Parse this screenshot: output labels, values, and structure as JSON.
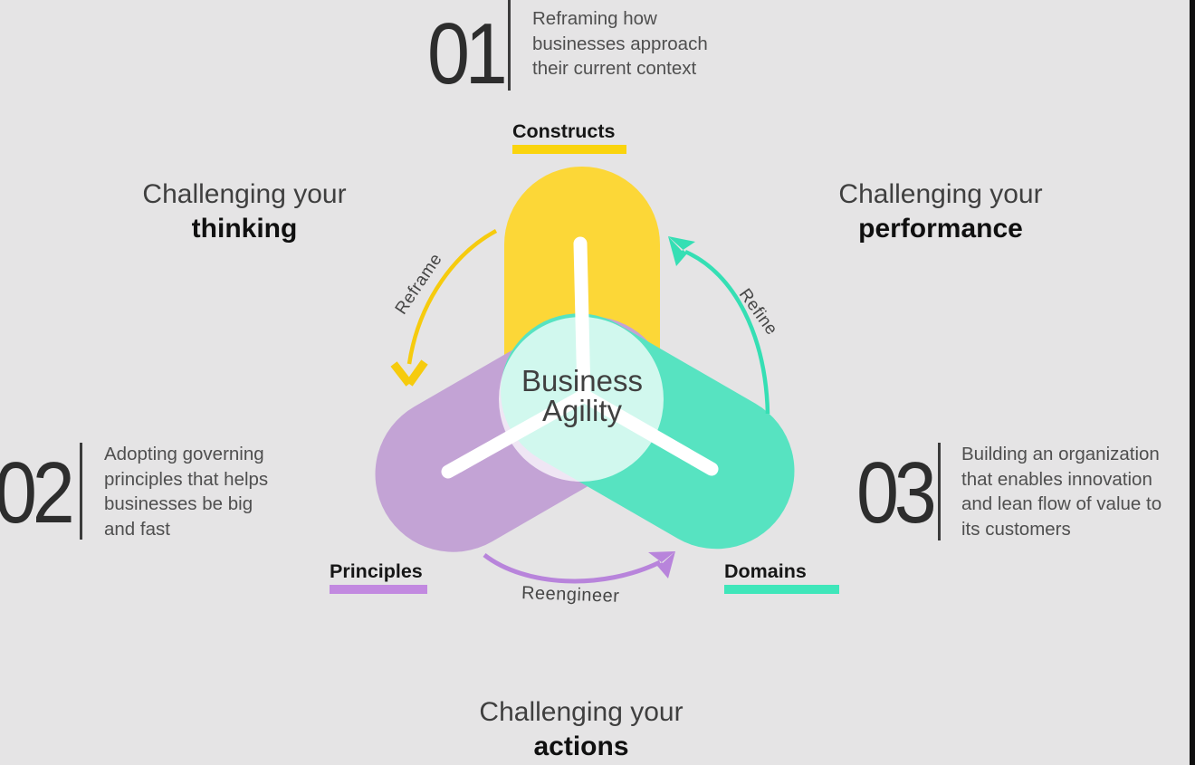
{
  "colors": {
    "background": "#E5E4E5",
    "edge_strip": "#0F0F0F",
    "white_spokes": "#FFFFFF",
    "number_color": "#2D2D2D",
    "divider_color": "#3B3B3B"
  },
  "center": {
    "line1": "Business",
    "line2": "Agility"
  },
  "lobes": [
    {
      "id": "constructs",
      "label": "Constructs",
      "color": "#FCD737",
      "accent": "#FAD40E"
    },
    {
      "id": "principles",
      "label": "Principles",
      "color": "#C3A3D5",
      "accent": "#C289E0"
    },
    {
      "id": "domains",
      "label": "Domains",
      "color": "#57E3C1",
      "accent": "#3FE6BA"
    }
  ],
  "arrows": [
    {
      "id": "reframe",
      "label": "Reframe",
      "color": "#F6CB0E"
    },
    {
      "id": "refine",
      "label": "Refine",
      "color": "#35DFB4"
    },
    {
      "id": "reengineer",
      "label": "Reengineer",
      "color": "#B884DB"
    }
  ],
  "corners": [
    {
      "number": "01",
      "text": "Reframing how\nbusinesses approach\ntheir current context"
    },
    {
      "number": "02",
      "text": "Adopting governing\nprinciples that helps\nbusinesses be big\nand fast"
    },
    {
      "number": "03",
      "text": "Building an organization\nthat enables innovation\nand lean flow of value to\nits customers"
    }
  ],
  "challenges": [
    {
      "light": "Challenging your",
      "bold": "thinking"
    },
    {
      "light": "Challenging your",
      "bold": "performance"
    },
    {
      "light": "Challenging your",
      "bold": "actions"
    }
  ]
}
